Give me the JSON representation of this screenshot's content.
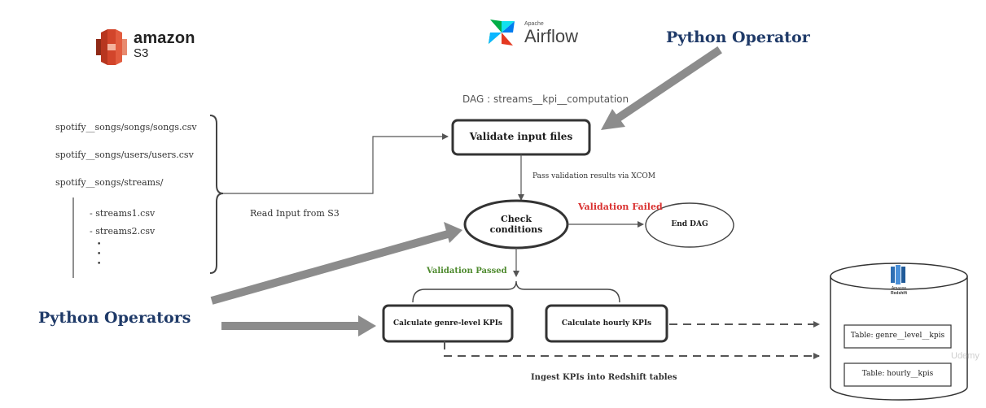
{
  "logos": {
    "s3_brand": "amazon",
    "s3_sub": "S3",
    "airflow_small": "Apache",
    "airflow_name": "Airflow",
    "redshift_small": "Amazon",
    "redshift_name": "Redshift"
  },
  "headings": {
    "python_operator": "Python Operator",
    "python_operators": "Python Operators"
  },
  "dag_label": "DAG : streams__kpi__computation",
  "s3_files": {
    "songs": "spotify__songs/songs/songs.csv",
    "users": "spotify__songs/users/users.csv",
    "streams": "spotify__songs/streams/",
    "stream1": "- streams1.csv",
    "stream2": "- streams2.csv",
    "dots": [
      "•",
      "•",
      "•"
    ]
  },
  "read_input": "Read Input from S3",
  "nodes": {
    "validate": "Validate input files",
    "check_line1": "Check",
    "check_line2": "conditions",
    "end_dag": "End DAG",
    "genre_kpis": "Calculate genre-level KPIs",
    "hourly_kpis": "Calculate hourly KPIs"
  },
  "edges": {
    "xcom": "Pass validation results via XCOM",
    "failed": "Validation Failed",
    "passed": "Validation Passed",
    "ingest": "Ingest KPIs into Redshift tables"
  },
  "tables": {
    "genre": "Table: genre__level__kpis",
    "hourly": "Table: hourly__kpis"
  },
  "watermark": "Udemy",
  "colors": {
    "heading_blue": "#1f3a68",
    "failed_red": "#d9302f",
    "passed_green": "#4e8a2e",
    "s3_red": "#d2452b",
    "arrow_gray": "#8c8c8c"
  }
}
